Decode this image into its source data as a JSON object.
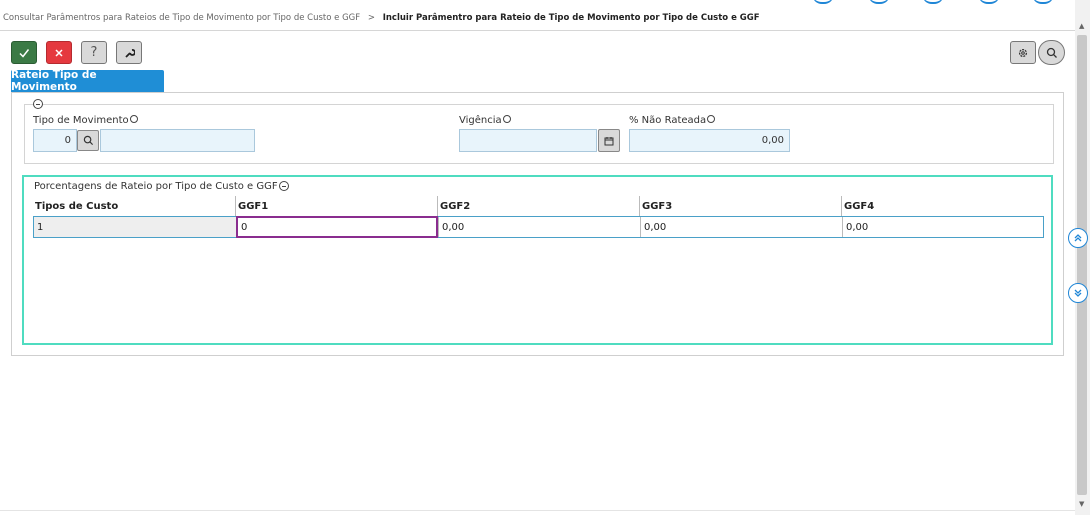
{
  "breadcrumb": {
    "parent": "Consultar Parâmentros para Rateios de Tipo de Movimento por Tipo de Custo e GGF",
    "separator": ">",
    "current": "Incluir Parâmentro para Rateio de Tipo de Movimento por Tipo de Custo e GGF"
  },
  "toolbar": {
    "confirm_icon": "check-icon",
    "cancel_icon": "close-icon",
    "help_label": "?",
    "tools_icon": "wrench-icon",
    "settings_icon": "gear-icon",
    "search_icon": "search-icon"
  },
  "tab": {
    "label": "Rateio Tipo de Movimento"
  },
  "form": {
    "tipo_movimento": {
      "label": "Tipo de Movimento",
      "value": "0"
    },
    "vigencia": {
      "label": "Vigência",
      "value": ""
    },
    "nao_rateada": {
      "label": "% Não Rateada",
      "value": "0,00"
    }
  },
  "grid": {
    "legend": "Porcentagens de Rateio por Tipo de Custo e GGF",
    "columns": [
      "Tipos de Custo",
      "GGF1",
      "GGF2",
      "GGF3",
      "GGF4"
    ],
    "rows": [
      [
        "1",
        "0",
        "0,00",
        "0,00",
        "0,00"
      ]
    ]
  },
  "colors": {
    "accent": "#1f8ed6",
    "confirm": "#3b7a45",
    "cancel": "#e5393f",
    "grid_border": "#4fdcc0",
    "edit_border": "#8a2d8f"
  }
}
